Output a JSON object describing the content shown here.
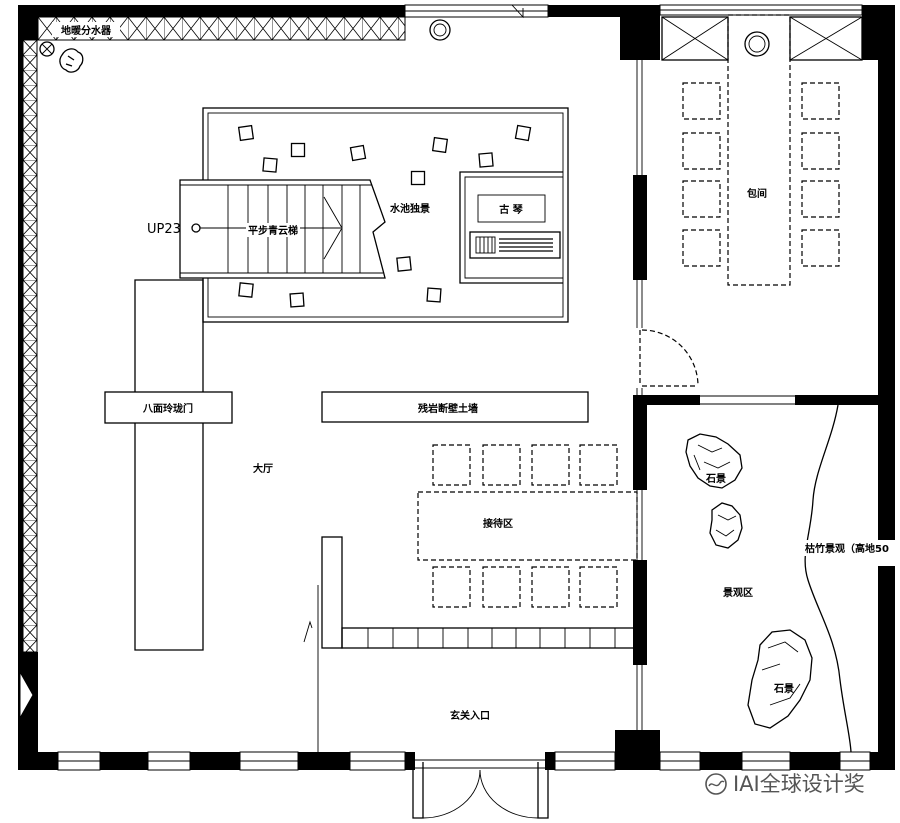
{
  "plan": {
    "labels": {
      "floor_heating": "地暖分水器",
      "stair_up": "UP23",
      "stair_name": "平步青云梯",
      "pool": "水池独景",
      "guqin": "古 琴",
      "private_room": "包间",
      "octagon_door": "八面玲珑门",
      "ruin_wall": "残岩断壁土墙",
      "hall": "大厅",
      "reception": "接待区",
      "rock_1": "石景",
      "rock_2": "石景",
      "bamboo": "枯竹景观（高地50",
      "landscape": "景观区",
      "entrance": "玄关入口"
    }
  },
  "watermark": {
    "text": "IAI全球设计奖",
    "icon": "wechat-logo-icon"
  },
  "colors": {
    "line": "#000000",
    "background": "#ffffff",
    "watermark": "#555555"
  }
}
